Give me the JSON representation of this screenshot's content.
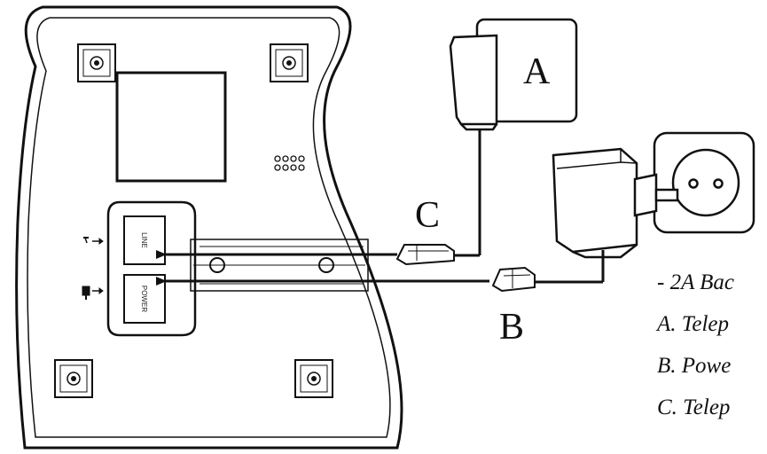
{
  "labels": {
    "a": "A",
    "b": "B",
    "c": "C"
  },
  "jacks": {
    "line": "LINE",
    "power": "POWER"
  },
  "caption": {
    "line1": "- 2A Bac",
    "line2": "A. Telep",
    "line3": "B. Powe",
    "line4": "C. Telep"
  },
  "colors": {
    "ink": "#111111",
    "background": "#ffffff"
  }
}
